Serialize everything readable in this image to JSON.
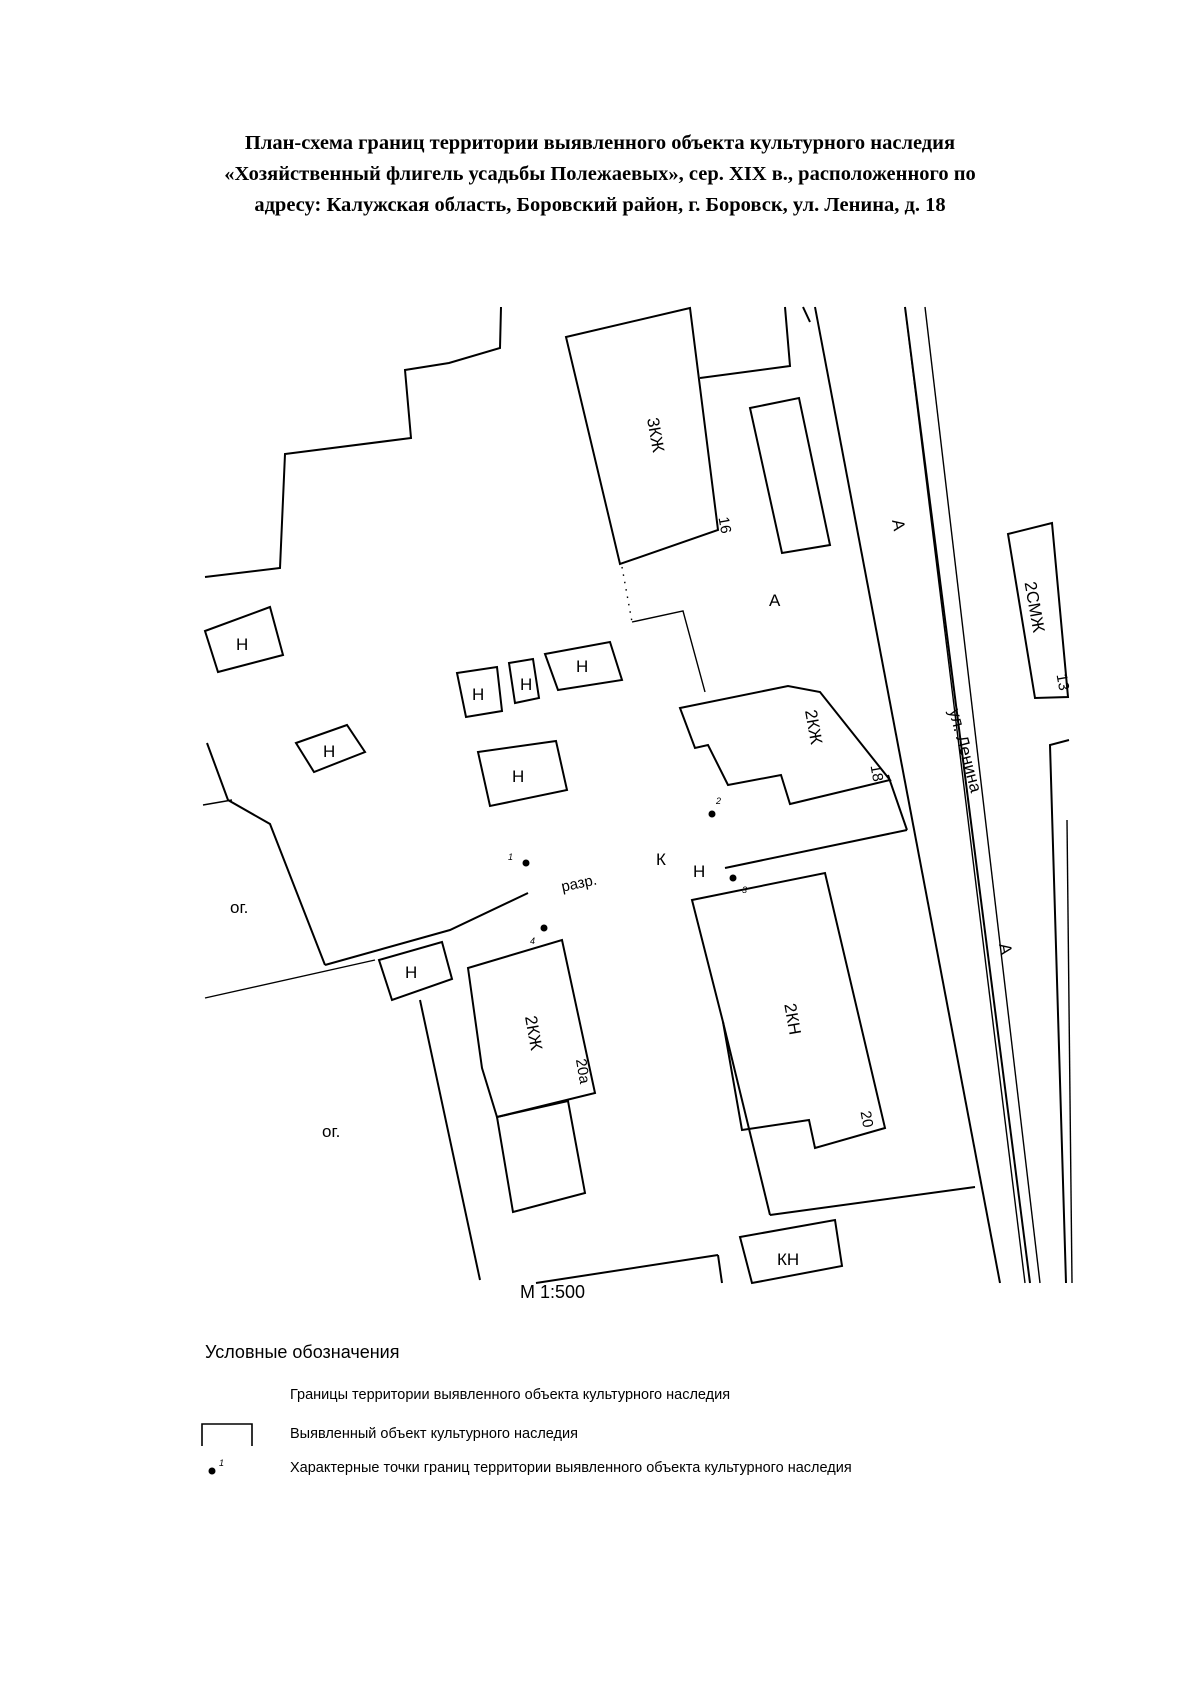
{
  "title": {
    "line1": "План-схема границ территории выявленного объекта культурного наследия",
    "line2": "«Хозяйственный флигель усадьбы Полежаевых», сер. XIX в., расположенного по",
    "line3": "адресу: Калужская область, Боровский район, г. Боровск, ул. Ленина, д. 18"
  },
  "map": {
    "buildings": {
      "b16": {
        "type": "3КЖ",
        "number": "16"
      },
      "b18": {
        "type": "2КЖ",
        "number": "18"
      },
      "b20a": {
        "type": "2КЖ",
        "number": "20а"
      },
      "b20": {
        "type": "2КН",
        "number": "20"
      },
      "b13": {
        "type": "2СМЖ",
        "number": "13"
      },
      "kn": {
        "type": "КН"
      },
      "n": "Н"
    },
    "street": "ул. Ленина",
    "asphalt": "А",
    "garden": "ог.",
    "passage": {
      "razr": "разр.",
      "k": "К",
      "n": "Н"
    },
    "points": [
      "1",
      "2",
      "3",
      "4"
    ]
  },
  "scale": "М 1:500",
  "legend": {
    "title": "Условные обозначения",
    "items": [
      {
        "label": "Границы территории выявленного объекта культурного наследия"
      },
      {
        "label": "Выявленный объект культурного наследия"
      },
      {
        "label": "Характерные точки границ территории выявленного объекта культурного наследия",
        "symbol_number": "1"
      }
    ]
  }
}
